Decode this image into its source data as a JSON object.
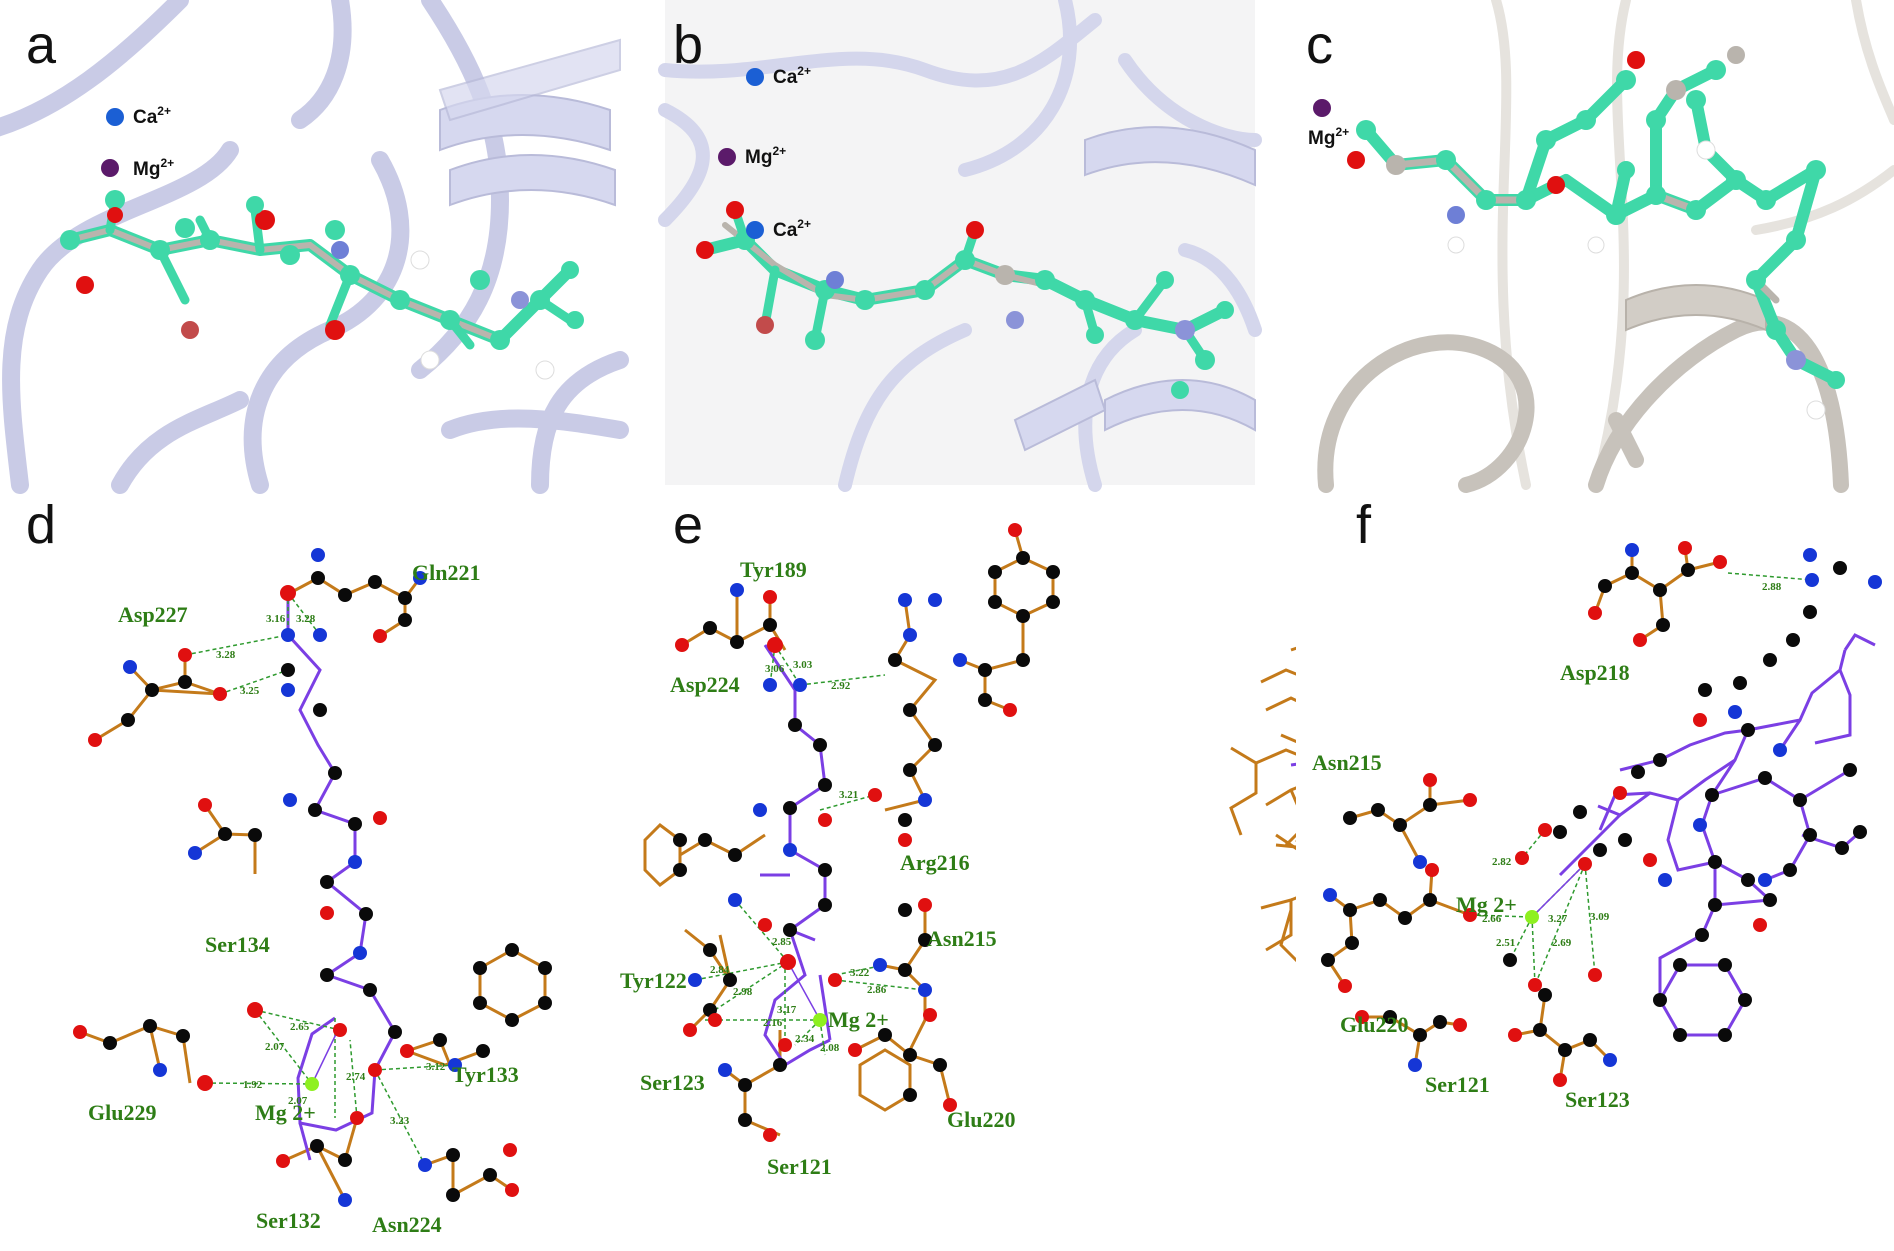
{
  "colors": {
    "ligand_bond": "#7b3fe4",
    "residue_bond": "#c47a1a",
    "hbond": "#2e9a2e",
    "carbon": "#0a0a0a",
    "nitrogen": "#1536d6",
    "oxygen": "#e01010",
    "magnesium": "#8ef020",
    "ribbon": "#c9cbe6",
    "stick_carbon": "#3fd8a8",
    "calcium_ion": "#1b5fd4",
    "magnesium_ion": "#5b1a6a"
  },
  "panels": {
    "a": {
      "letter": "a",
      "ions": [
        {
          "symbol": "Ca",
          "charge": "2+"
        },
        {
          "symbol": "Mg",
          "charge": "2+"
        }
      ]
    },
    "b": {
      "letter": "b",
      "ions": [
        {
          "symbol": "Ca",
          "charge": "2+"
        },
        {
          "symbol": "Mg",
          "charge": "2+"
        },
        {
          "symbol": "Ca",
          "charge": "2+"
        }
      ]
    },
    "c": {
      "letter": "c",
      "ions": [
        {
          "symbol": "Mg",
          "charge": "2+"
        }
      ]
    },
    "d": {
      "letter": "d",
      "residues": [
        "Gln221",
        "Asp227",
        "Ser134",
        "Glu229",
        "Mg 2+",
        "Ser132",
        "Asn224",
        "Tyr133"
      ],
      "distances": [
        "3.16",
        "3.28",
        "3.28",
        "3.25",
        "2.65",
        "2.07",
        "1.92",
        "2.07",
        "2.74",
        "3.12",
        "3.23"
      ]
    },
    "e": {
      "letter": "e",
      "residues": [
        "Tyr189",
        "Asp224",
        "Arg216",
        "Asn215",
        "Tyr122",
        "Ser123",
        "Mg 2+",
        "Ser121",
        "Glu220"
      ],
      "distances": [
        "3.06",
        "3.03",
        "2.92",
        "3.21",
        "2.85",
        "2.84",
        "2.98",
        "3.17",
        "2.16",
        "2.34",
        "2.08",
        "3.22",
        "2.86"
      ]
    },
    "f": {
      "letter": "f",
      "residues": [
        "Asp218",
        "Asn215",
        "Glu220",
        "Mg 2+",
        "Ser121",
        "Ser123"
      ],
      "distances": [
        "2.88",
        "2.82",
        "2.66",
        "3.27",
        "2.51",
        "2.69",
        "3.09"
      ]
    }
  }
}
